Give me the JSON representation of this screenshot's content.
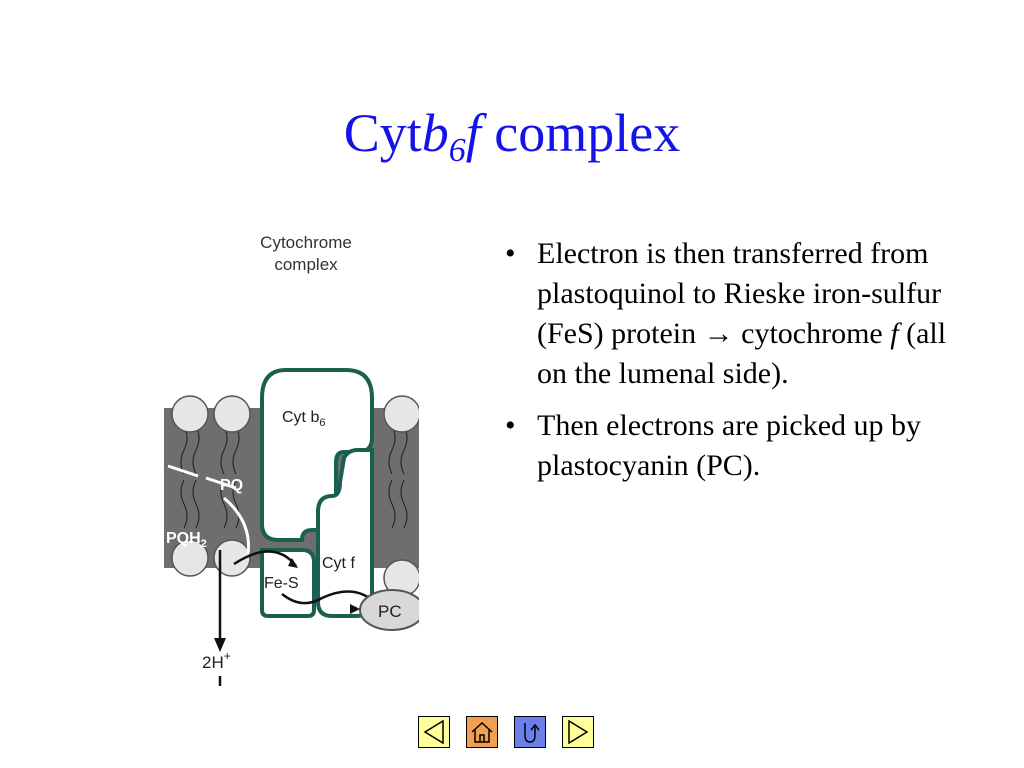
{
  "title": {
    "prefix": "Cyt",
    "b": "b",
    "sub": "6",
    "f": "f",
    "suffix": " complex"
  },
  "figure": {
    "label_line1": "Cytochrome",
    "label_line2": "complex",
    "cyt_b6_label": "Cyt b",
    "cyt_b6_sub": "6",
    "pq_label": "PQ",
    "pqh2_label": "PQH",
    "pqh2_sub": "2",
    "cyt_f_label": "Cyt f",
    "fes_label": "Fe-S",
    "pc_label": "PC",
    "h_label": "2H",
    "h_sup": "+"
  },
  "bullets": [
    {
      "text_before": "Electron is then transferred from plastoquinol to Rieske iron-sulfur (FeS) protein ",
      "arrow": "→",
      "text_mid": " cytochrome ",
      "italic": "f",
      "text_after": " (all on the lumenal side)."
    },
    {
      "text_before": "Then electrons are picked up by plastocyanin (PC).",
      "arrow": "",
      "text_mid": "",
      "italic": "",
      "text_after": ""
    }
  ],
  "bullet_symbol": "•",
  "nav": {
    "buttons": [
      {
        "name": "previous-slide-button",
        "icon": "left-triangle-icon",
        "color": "#ffff99"
      },
      {
        "name": "home-button",
        "icon": "home-icon",
        "color": "#f0a050"
      },
      {
        "name": "return-button",
        "icon": "return-icon",
        "color": "#6c7ee8"
      },
      {
        "name": "next-slide-button",
        "icon": "right-triangle-icon",
        "color": "#ffff99"
      }
    ]
  },
  "colors": {
    "title": "#1414e8",
    "protein_outline": "#1a6050",
    "membrane": "#6e6e6e"
  }
}
